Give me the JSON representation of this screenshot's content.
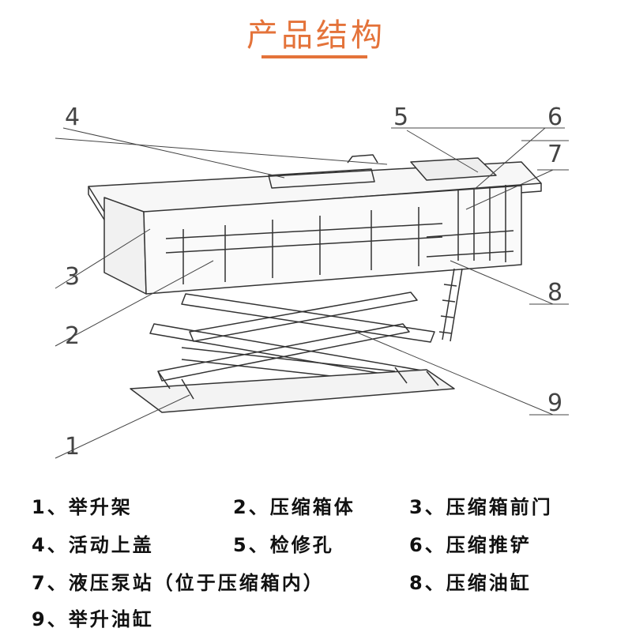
{
  "title": "产品结构",
  "colors": {
    "accent": "#e4733a",
    "line": "#333333"
  },
  "callouts": {
    "c1": "1",
    "c2": "2",
    "c3": "3",
    "c4": "4",
    "c5": "5",
    "c6": "6",
    "c7": "7",
    "c8": "8",
    "c9": "9"
  },
  "legend": [
    "1、举升架",
    "2、压缩箱体",
    "3、压缩箱前门",
    "4、活动上盖",
    "5、检修孔",
    "6、压缩推铲",
    "7、液压泵站（位于压缩箱内）",
    "8、压缩油缸",
    "9、举升油缸"
  ]
}
